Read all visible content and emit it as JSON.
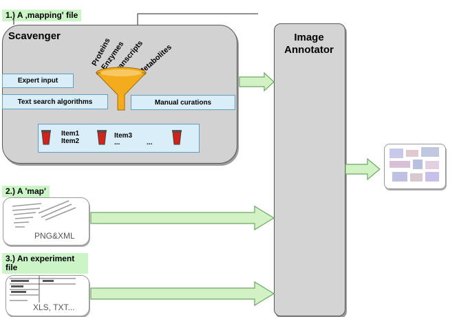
{
  "steps": {
    "mapping": {
      "label": "1.) A ‚mapping' file"
    },
    "map": {
      "label": "2.) A 'map'",
      "caption": "PNG&XML"
    },
    "experiment": {
      "label_line1": "3.) An experiment",
      "label_line2": "file",
      "caption": "XLS, TXT..."
    }
  },
  "scavenger": {
    "title": "Scavenger",
    "funnel_inputs": [
      "Proteins",
      "Enzymes",
      "Transcripts",
      "Metabolites"
    ],
    "sources": {
      "expert_input": "Expert input",
      "text_search": "Text search algorithms",
      "manual_curations": "Manual curations"
    },
    "items": {
      "item1": "Item1",
      "item2": "Item2",
      "item3": "Item3",
      "ellipsis_a": "...",
      "ellipsis_b": "..."
    }
  },
  "annotator": {
    "title_line1": "Image",
    "title_line2": "Annotator"
  },
  "colors": {
    "arrow_fill": "#d2f2c6",
    "arrow_stroke": "#6aa860",
    "funnel": "#f4ac1c",
    "trash": "#d0231b",
    "box_fill": "#d9eef9",
    "label_bg": "#ccf5c7"
  }
}
